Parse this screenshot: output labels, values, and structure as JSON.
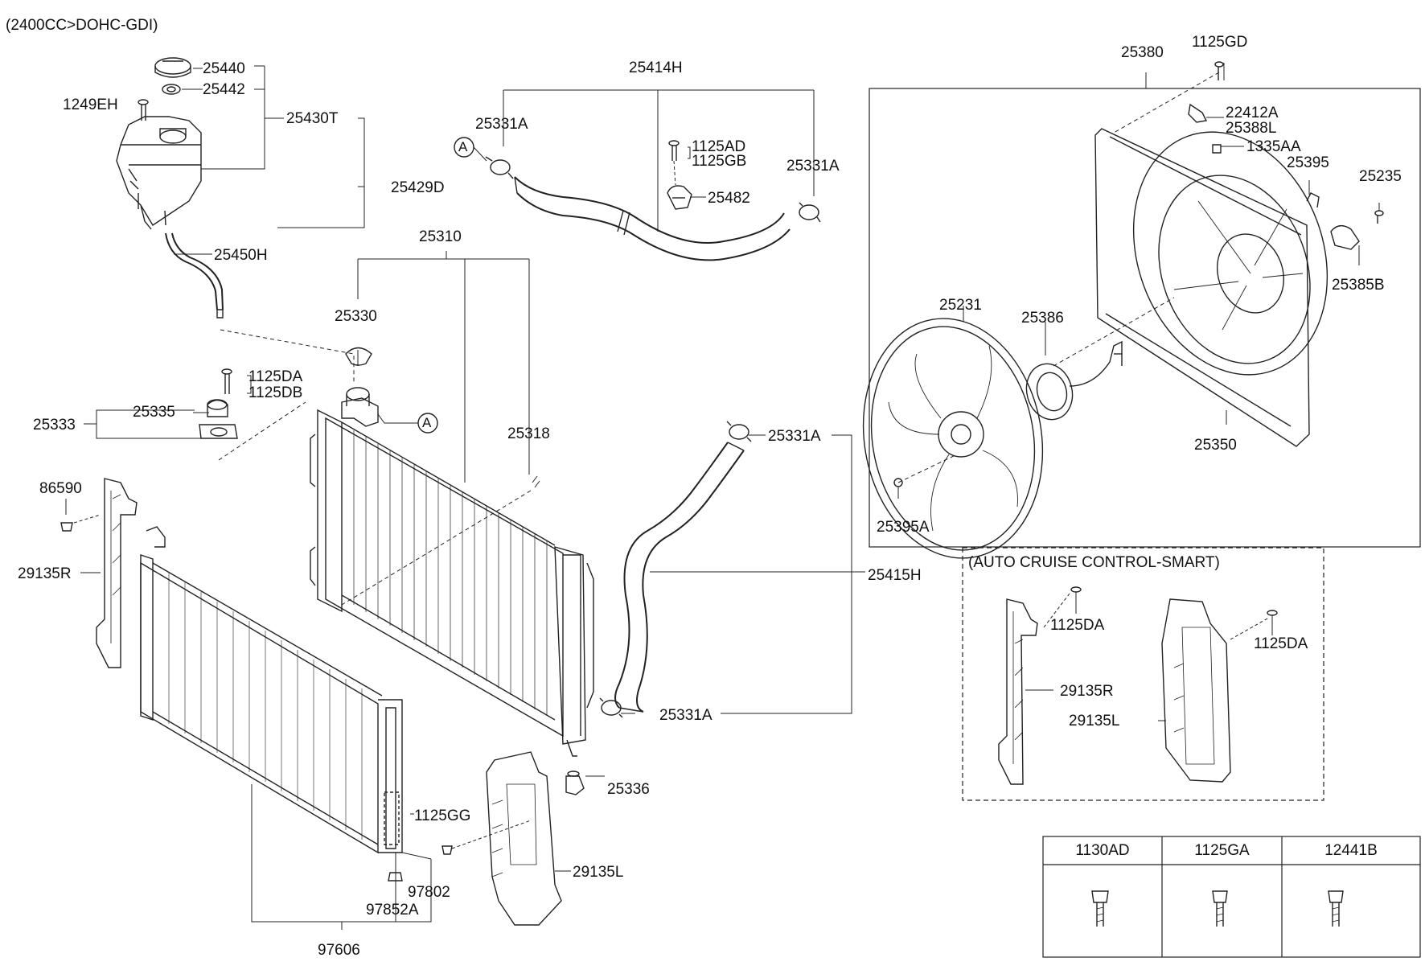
{
  "header": {
    "engine_note": "(2400CC>DOHC-GDI)"
  },
  "sections": {
    "option_box_title": "(AUTO CRUISE CONTROL-SMART)"
  },
  "callout_letter": "A",
  "parts": {
    "p25440": "25440",
    "p25442": "25442",
    "p1249EH": "1249EH",
    "p25430T": "25430T",
    "p25429D": "25429D",
    "p25450H": "25450H",
    "p25414H": "25414H",
    "p25331A_top_left": "25331A",
    "p1125AD": "1125AD",
    "p1125GB": "1125GB",
    "p25482": "25482",
    "p25331A_top_right": "25331A",
    "p25310": "25310",
    "p25330": "25330",
    "p1125DA": "1125DA",
    "p1125DB": "1125DB",
    "p25335": "25335",
    "p25333": "25333",
    "p25318": "25318",
    "p25331A_mid": "25331A",
    "p86590": "86590",
    "p29135R": "29135R",
    "p25415H": "25415H",
    "p25331A_low": "25331A",
    "p25336": "25336",
    "p1125GG": "1125GG",
    "p29135L": "29135L",
    "p97802": "97802",
    "p97852A": "97852A",
    "p97606": "97606",
    "p25380": "25380",
    "p1125GD": "1125GD",
    "p22412A": "22412A",
    "p25388L": "25388L",
    "p1335AA": "1335AA",
    "p25395": "25395",
    "p25235": "25235",
    "p25385B": "25385B",
    "p25231": "25231",
    "p25386": "25386",
    "p25350": "25350",
    "p25395A": "25395A",
    "opt_1125DA_left": "1125DA",
    "opt_1125DA_right": "1125DA",
    "opt_29135R": "29135R",
    "opt_29135L": "29135L"
  },
  "fastener_table": {
    "columns": [
      "1130AD",
      "1125GA",
      "12441B"
    ]
  }
}
